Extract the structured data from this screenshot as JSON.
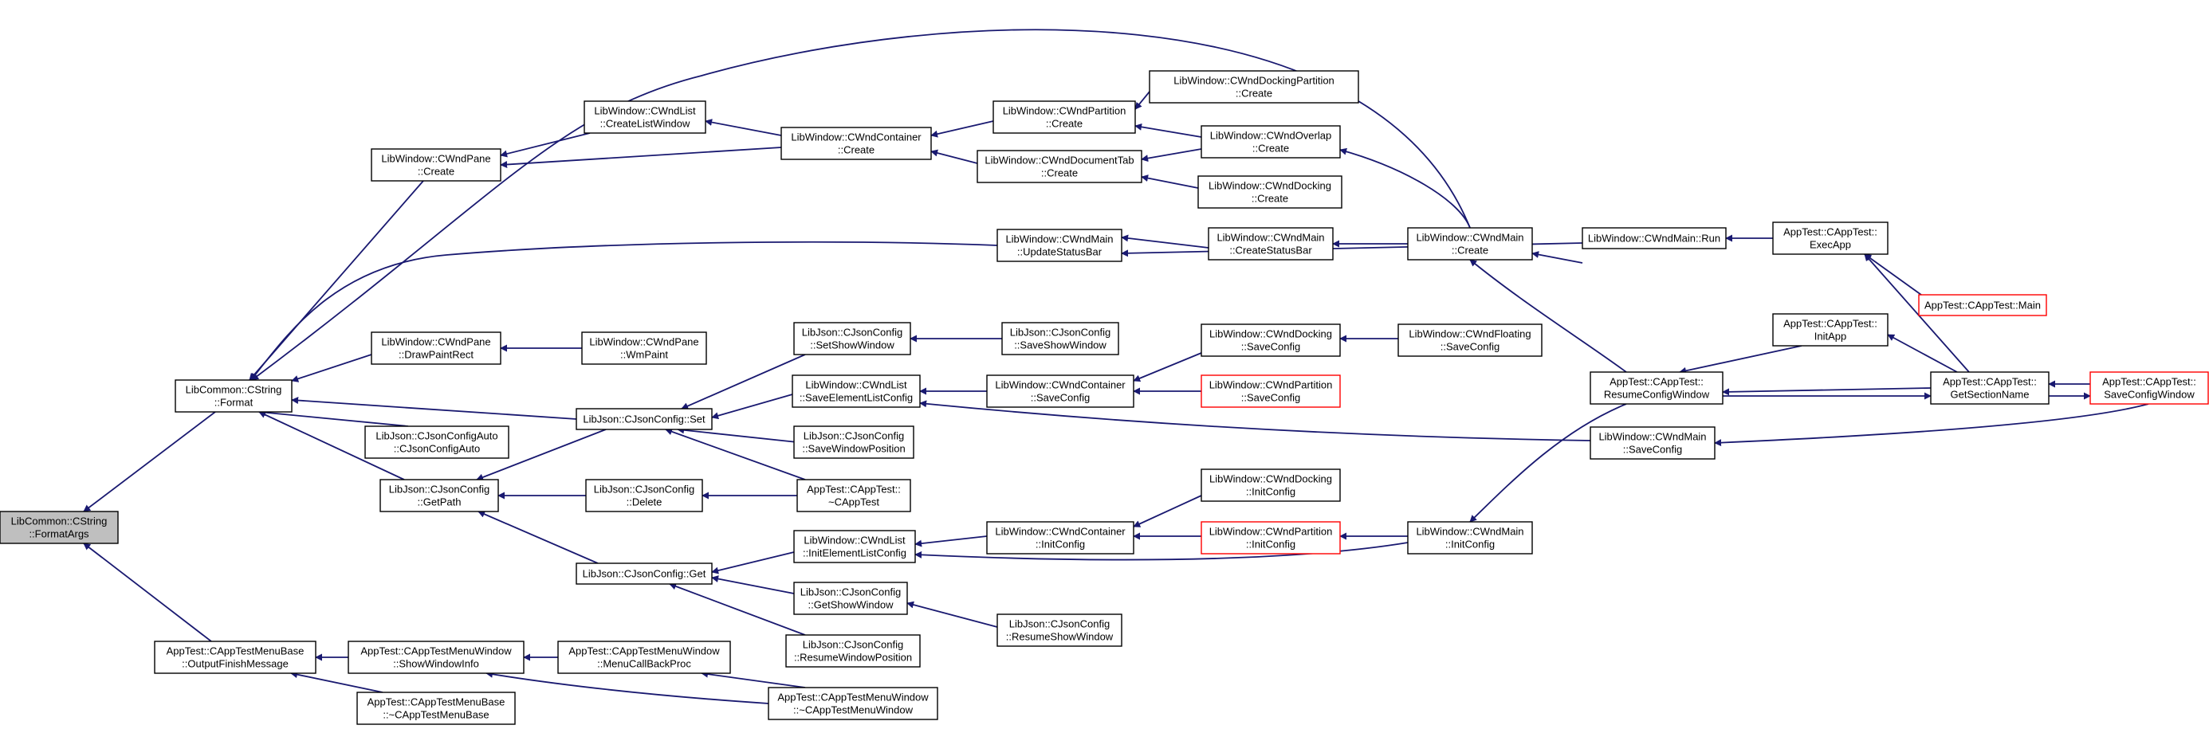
{
  "diagram": {
    "type": "call-graph",
    "colors": {
      "edge": "#191970",
      "border": "#000000",
      "truncated_border": "#ff0000",
      "root_fill": "#bfbfbf",
      "background": "#ffffff"
    },
    "nodes": [
      {
        "id": "root",
        "lines": [
          "LibCommon::CString",
          "::FormatArgs"
        ],
        "root": true
      },
      {
        "id": "format",
        "lines": [
          "LibCommon::CString",
          "::Format"
        ]
      },
      {
        "id": "outfin",
        "lines": [
          "AppTest::CAppTestMenuBase",
          "::OutputFinishMessage"
        ]
      },
      {
        "id": "panecreate",
        "lines": [
          "LibWindow::CWndPane",
          "::Create"
        ]
      },
      {
        "id": "panedraw",
        "lines": [
          "LibWindow::CWndPane",
          "::DrawPaintRect"
        ]
      },
      {
        "id": "cfgauto",
        "lines": [
          "LibJson::CJsonConfigAuto",
          "::CJsonConfigAuto"
        ]
      },
      {
        "id": "getpath",
        "lines": [
          "LibJson::CJsonConfig",
          "::GetPath"
        ]
      },
      {
        "id": "showwin",
        "lines": [
          "AppTest::CAppTestMenuWindow",
          "::ShowWindowInfo"
        ]
      },
      {
        "id": "menubasedtor",
        "lines": [
          "AppTest::CAppTestMenuBase",
          "::~CAppTestMenuBase"
        ]
      },
      {
        "id": "listcreate",
        "lines": [
          "LibWindow::CWndList",
          "::CreateListWindow"
        ]
      },
      {
        "id": "panewm",
        "lines": [
          "LibWindow::CWndPane",
          "::WmPaint"
        ]
      },
      {
        "id": "cfgset",
        "lines": [
          "LibJson::CJsonConfig::Set"
        ]
      },
      {
        "id": "cfgdelete",
        "lines": [
          "LibJson::CJsonConfig",
          "::Delete"
        ]
      },
      {
        "id": "cfgget",
        "lines": [
          "LibJson::CJsonConfig::Get"
        ]
      },
      {
        "id": "menucb",
        "lines": [
          "AppTest::CAppTestMenuWindow",
          "::MenuCallBackProc"
        ]
      },
      {
        "id": "contcreate",
        "lines": [
          "LibWindow::CWndContainer",
          "::Create"
        ]
      },
      {
        "id": "setshow",
        "lines": [
          "LibJson::CJsonConfig",
          "::SetShowWindow"
        ]
      },
      {
        "id": "listsave",
        "lines": [
          "LibWindow::CWndList",
          "::SaveElementListConfig"
        ]
      },
      {
        "id": "savewinpos",
        "lines": [
          "LibJson::CJsonConfig",
          "::SaveWindowPosition"
        ]
      },
      {
        "id": "apptestdtor",
        "lines": [
          "AppTest::CAppTest::",
          "~CAppTest"
        ]
      },
      {
        "id": "listinit",
        "lines": [
          "LibWindow::CWndList",
          "::InitElementListConfig"
        ]
      },
      {
        "id": "getshow",
        "lines": [
          "LibJson::CJsonConfig",
          "::GetShowWindow"
        ]
      },
      {
        "id": "resumepos",
        "lines": [
          "LibJson::CJsonConfig",
          "::ResumeWindowPosition"
        ]
      },
      {
        "id": "menuwindtor",
        "lines": [
          "AppTest::CAppTestMenuWindow",
          "::~CAppTestMenuWindow"
        ]
      },
      {
        "id": "partcreate",
        "lines": [
          "LibWindow::CWndPartition",
          "::Create"
        ]
      },
      {
        "id": "doctabcreate",
        "lines": [
          "LibWindow::CWndDocumentTab",
          "::Create"
        ]
      },
      {
        "id": "mainupdate",
        "lines": [
          "LibWindow::CWndMain",
          "::UpdateStatusBar"
        ]
      },
      {
        "id": "saveshow",
        "lines": [
          "LibJson::CJsonConfig",
          "::SaveShowWindow"
        ]
      },
      {
        "id": "contsave",
        "lines": [
          "LibWindow::CWndContainer",
          "::SaveConfig"
        ]
      },
      {
        "id": "continit",
        "lines": [
          "LibWindow::CWndContainer",
          "::InitConfig"
        ]
      },
      {
        "id": "resumeshow",
        "lines": [
          "LibJson::CJsonConfig",
          "::ResumeShowWindow"
        ]
      },
      {
        "id": "dockpartcreate",
        "lines": [
          "LibWindow::CWndDockingPartition",
          "::Create"
        ]
      },
      {
        "id": "overlapcreate",
        "lines": [
          "LibWindow::CWndOverlap",
          "::Create"
        ]
      },
      {
        "id": "dockcreate",
        "lines": [
          "LibWindow::CWndDocking",
          "::Create"
        ]
      },
      {
        "id": "createstatus",
        "lines": [
          "LibWindow::CWndMain",
          "::CreateStatusBar"
        ]
      },
      {
        "id": "docksave",
        "lines": [
          "LibWindow::CWndDocking",
          "::SaveConfig"
        ]
      },
      {
        "id": "partsave",
        "lines": [
          "LibWindow::CWndPartition",
          "::SaveConfig"
        ],
        "truncated": true
      },
      {
        "id": "dockinit",
        "lines": [
          "LibWindow::CWndDocking",
          "::InitConfig"
        ]
      },
      {
        "id": "partinit",
        "lines": [
          "LibWindow::CWndPartition",
          "::InitConfig"
        ],
        "truncated": true
      },
      {
        "id": "maincreate",
        "lines": [
          "LibWindow::CWndMain",
          "::Create"
        ]
      },
      {
        "id": "floatsave",
        "lines": [
          "LibWindow::CWndFloating",
          "::SaveConfig"
        ]
      },
      {
        "id": "maininit",
        "lines": [
          "LibWindow::CWndMain",
          "::InitConfig"
        ]
      },
      {
        "id": "mainrun",
        "lines": [
          "LibWindow::CWndMain::Run"
        ]
      },
      {
        "id": "resumecfg",
        "lines": [
          "AppTest::CAppTest::",
          "ResumeConfigWindow"
        ]
      },
      {
        "id": "mainsave",
        "lines": [
          "LibWindow::CWndMain",
          "::SaveConfig"
        ]
      },
      {
        "id": "execapp",
        "lines": [
          "AppTest::CAppTest::",
          "ExecApp"
        ]
      },
      {
        "id": "initapp",
        "lines": [
          "AppTest::CAppTest::",
          "InitApp"
        ]
      },
      {
        "id": "getsection",
        "lines": [
          "AppTest::CAppTest::",
          "GetSectionName"
        ]
      },
      {
        "id": "appmain",
        "lines": [
          "AppTest::CAppTest::Main"
        ],
        "truncated": true
      },
      {
        "id": "savecfgwin",
        "lines": [
          "AppTest::CAppTest::",
          "SaveConfigWindow"
        ],
        "truncated": true
      }
    ]
  }
}
